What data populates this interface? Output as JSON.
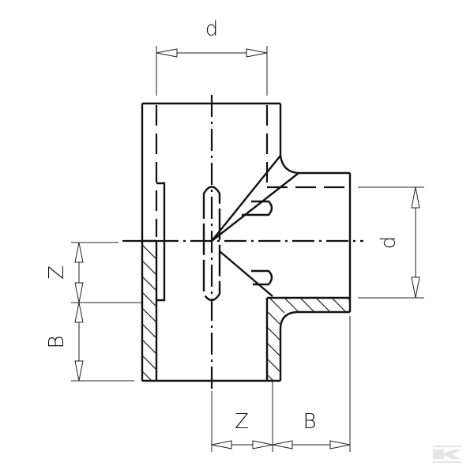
{
  "drawing": {
    "title": "Equal tee fitting technical drawing",
    "dimensions": {
      "top_width": "d",
      "branch_diameter": "d",
      "left_upper": "Z",
      "left_lower": "B",
      "bottom_left": "Z",
      "bottom_right": "B"
    },
    "colors": {
      "line": "#111111",
      "background": "#ffffff",
      "watermark": "#cccccc"
    }
  },
  "watermark": {
    "icon": "brand-k-logo-icon"
  }
}
